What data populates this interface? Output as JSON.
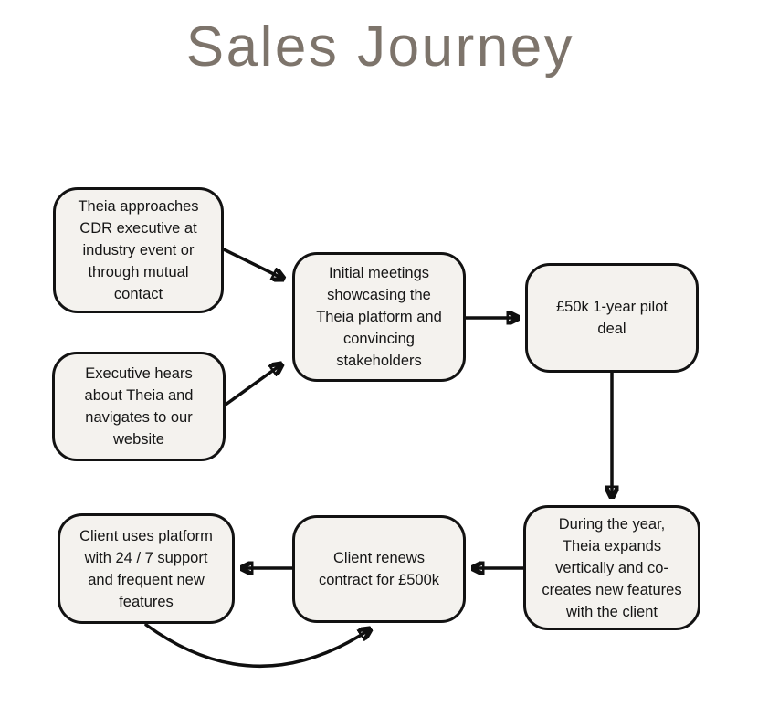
{
  "title": {
    "text": "Sales Journey",
    "color": "#7d746b"
  },
  "diagram": {
    "background_color": "#ffffff",
    "box_fill_color": "#f4f2ee",
    "box_border_color": "#121212",
    "arrow_color": "#0f0f0f",
    "nodes": [
      {
        "id": "approach-executive",
        "label": "Theia approaches\nCDR executive at\nindustry event or\nthrough mutual\ncontact"
      },
      {
        "id": "executive-hears",
        "label": "Executive hears\nabout Theia and\nnavigates to our\nwebsite"
      },
      {
        "id": "initial-meetings",
        "label": "Initial meetings\nshowcasing the\nTheia platform and\nconvincing\nstakeholders"
      },
      {
        "id": "pilot-deal",
        "label": "£50k 1-year pilot\ndeal"
      },
      {
        "id": "year-expansion",
        "label": "During the year,\nTheia expands\nvertically and co-\ncreates new features\nwith the client"
      },
      {
        "id": "contract-renewal",
        "label": "Client renews\ncontract for £500k"
      },
      {
        "id": "platform-support",
        "label": "Client uses platform\nwith 24 / 7 support\nand frequent new\nfeatures"
      }
    ],
    "edges": [
      {
        "from": "approach-executive",
        "to": "initial-meetings",
        "style": "straight"
      },
      {
        "from": "executive-hears",
        "to": "initial-meetings",
        "style": "straight"
      },
      {
        "from": "initial-meetings",
        "to": "pilot-deal",
        "style": "straight"
      },
      {
        "from": "pilot-deal",
        "to": "year-expansion",
        "style": "straight"
      },
      {
        "from": "year-expansion",
        "to": "contract-renewal",
        "style": "straight"
      },
      {
        "from": "contract-renewal",
        "to": "platform-support",
        "style": "straight"
      },
      {
        "from": "platform-support",
        "to": "contract-renewal",
        "style": "curved"
      }
    ]
  }
}
